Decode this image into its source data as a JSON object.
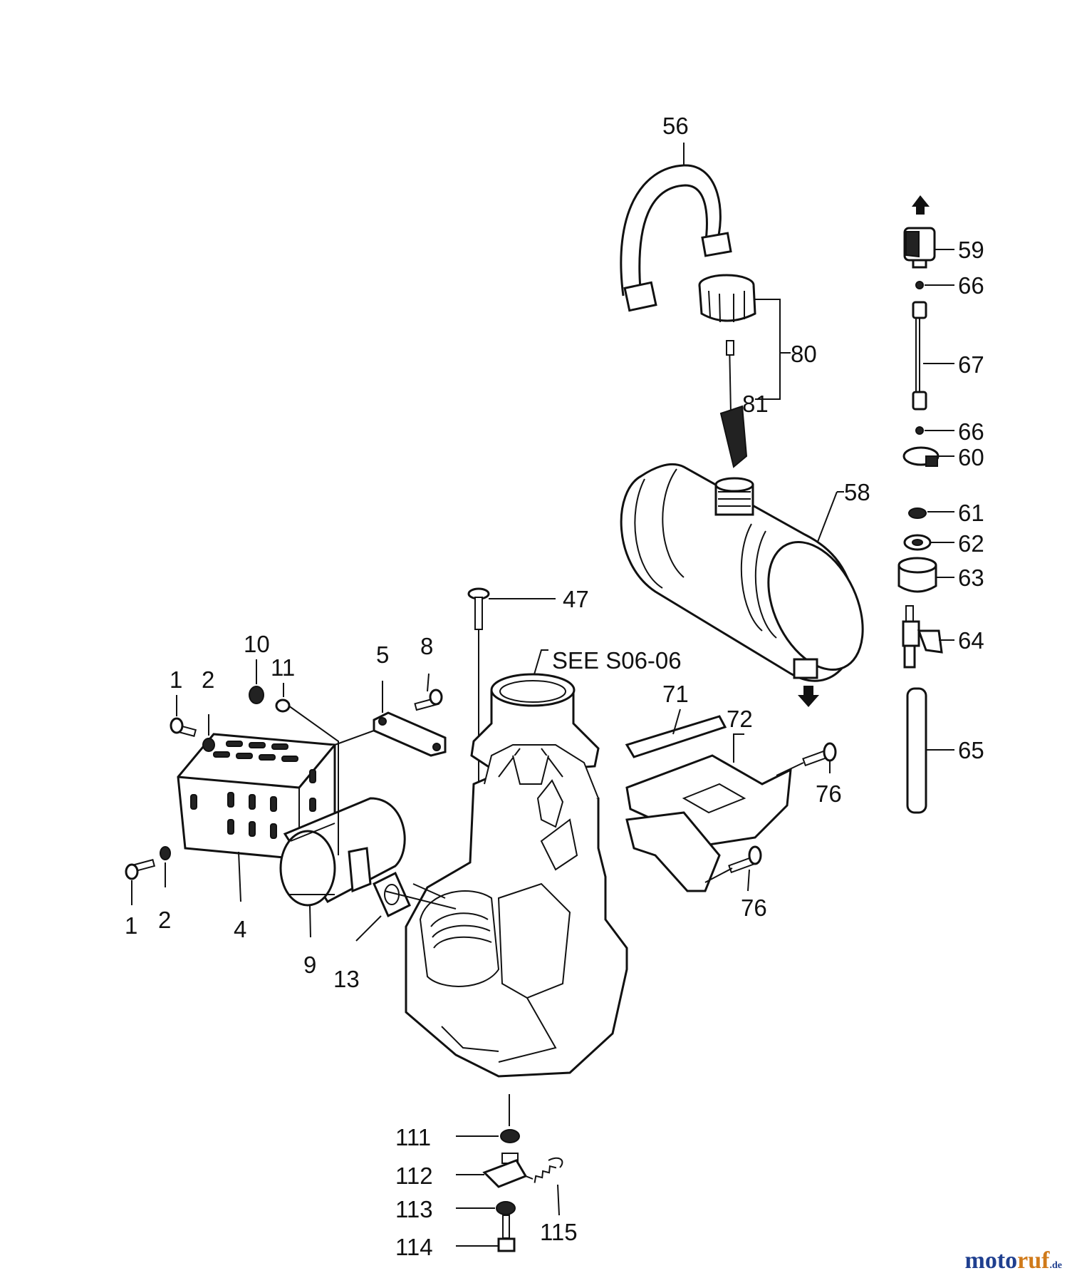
{
  "diagram": {
    "reference_note": "SEE S06-06",
    "part_labels": [
      "1",
      "2",
      "4",
      "5",
      "8",
      "9",
      "10",
      "11",
      "13",
      "47",
      "56",
      "58",
      "59",
      "60",
      "61",
      "62",
      "63",
      "64",
      "65",
      "66",
      "67",
      "71",
      "72",
      "76",
      "80",
      "81",
      "111",
      "112",
      "113",
      "114",
      "115"
    ],
    "callouts": {
      "p1a": "1",
      "p2a": "2",
      "p1b": "1",
      "p2b": "2",
      "p4": "4",
      "p5": "5",
      "p8": "8",
      "p9": "9",
      "p10": "10",
      "p11": "11",
      "p13": "13",
      "p47": "47",
      "p56": "56",
      "p58": "58",
      "p59": "59",
      "p60": "60",
      "p61": "61",
      "p62": "62",
      "p63": "63",
      "p64": "64",
      "p65": "65",
      "p66a": "66",
      "p66b": "66",
      "p67": "67",
      "p71": "71",
      "p72": "72",
      "p76a": "76",
      "p76b": "76",
      "p80": "80",
      "p81": "81",
      "p111": "111",
      "p112": "112",
      "p113": "113",
      "p114": "114",
      "p115": "115"
    }
  },
  "watermark": {
    "text_main": "moto",
    "text_accent": "ruf",
    "text_suffix": ".de"
  }
}
